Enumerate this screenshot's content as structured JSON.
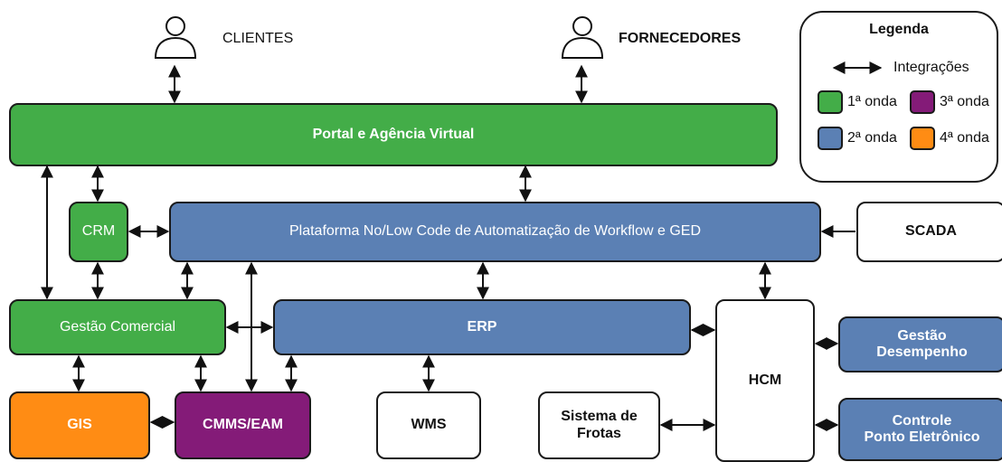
{
  "actors": {
    "clientes": "CLIENTES",
    "fornecedores": "FORNECEDORES"
  },
  "boxes": {
    "portal": "Portal e Agência Virtual",
    "crm": "CRM",
    "plataforma": "Plataforma No/Low Code de Automatização de Workflow e GED",
    "scada": "SCADA",
    "gestao_comercial": "Gestão Comercial",
    "erp": "ERP",
    "hcm": "HCM",
    "gestao_desempenho": "Gestão\nDesempenho",
    "gis": "GIS",
    "cmms": "CMMS/EAM",
    "wms": "WMS",
    "sistema_frotas": "Sistema de\nFrotas",
    "controle_ponto": "Controle\nPonto Eletrônico"
  },
  "legend": {
    "title": "Legenda",
    "integration_label": "Integrações",
    "items": [
      {
        "label": "1ª onda",
        "color": "#43ad48"
      },
      {
        "label": "3ª onda",
        "color": "#841b78"
      },
      {
        "label": "2ª onda",
        "color": "#5b80b4"
      },
      {
        "label": "4ª onda",
        "color": "#ff8c14"
      }
    ]
  },
  "colors": {
    "wave1": "#43ad48",
    "wave2": "#5b80b4",
    "wave3": "#841b78",
    "wave4": "#ff8c14"
  }
}
